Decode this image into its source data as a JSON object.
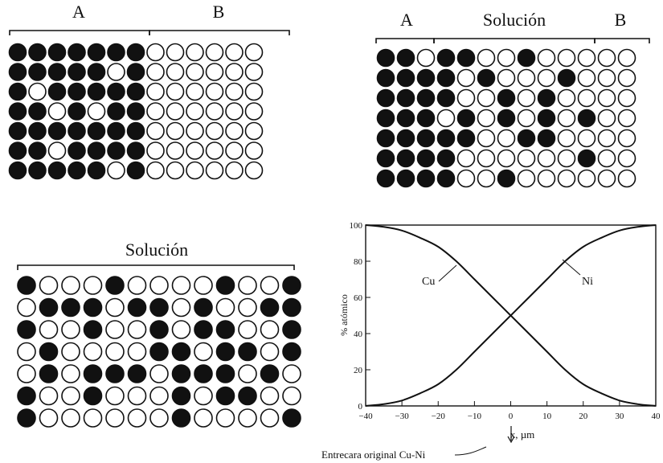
{
  "panels": {
    "top_left": {
      "brackets": [
        {
          "text": "A"
        },
        {
          "text": "B"
        }
      ],
      "grid": [
        "1111111000000",
        "1111101000000",
        "1011111000000",
        "1101011000000",
        "1111111000000",
        "1101111000000",
        "1111101000000"
      ]
    },
    "top_right": {
      "brackets": [
        {
          "text": "A"
        },
        {
          "text": "Solución"
        },
        {
          "text": "B"
        }
      ],
      "grid": [
        "1101100100000",
        "1111010001000",
        "1111001010000",
        "1110101010100",
        "1111100110000",
        "1111000000100",
        "1111001000000"
      ]
    },
    "bottom_left": {
      "brackets": [
        {
          "text": "Solución"
        }
      ],
      "grid": [
        "1000100001001",
        "0111011010011",
        "1001001011001",
        "0100001101101",
        "0101110111010",
        "1001000101100",
        "1000000100001"
      ]
    }
  },
  "chart_data": {
    "type": "line",
    "xlabel": "x, µm",
    "ylabel": "% atómico",
    "xlim": [
      -40,
      40
    ],
    "ylim": [
      0,
      100
    ],
    "x_ticks": [
      "−40",
      "−30",
      "−20",
      "−10",
      "0",
      "10",
      "20",
      "30",
      "40"
    ],
    "y_ticks": [
      "0",
      "20",
      "40",
      "60",
      "80",
      "100"
    ],
    "series": [
      {
        "name": "Cu",
        "x": [
          -40,
          -35,
          -30,
          -25,
          -20,
          -15,
          -10,
          -5,
          0,
          5,
          10,
          15,
          20,
          25,
          30,
          35,
          40
        ],
        "values": [
          100,
          99,
          97,
          93,
          88,
          80,
          70,
          60,
          50,
          40,
          30,
          20,
          12,
          7,
          3,
          1,
          0
        ]
      },
      {
        "name": "Ni",
        "x": [
          -40,
          -35,
          -30,
          -25,
          -20,
          -15,
          -10,
          -5,
          0,
          5,
          10,
          15,
          20,
          25,
          30,
          35,
          40
        ],
        "values": [
          0,
          1,
          3,
          7,
          12,
          20,
          30,
          40,
          50,
          60,
          70,
          80,
          88,
          93,
          97,
          99,
          100
        ]
      }
    ],
    "annotations": [
      {
        "text": "Cu",
        "series": "Cu"
      },
      {
        "text": "Ni",
        "series": "Ni"
      },
      {
        "text": "Entrecara original Cu-Ni",
        "at_x": 0
      }
    ]
  }
}
